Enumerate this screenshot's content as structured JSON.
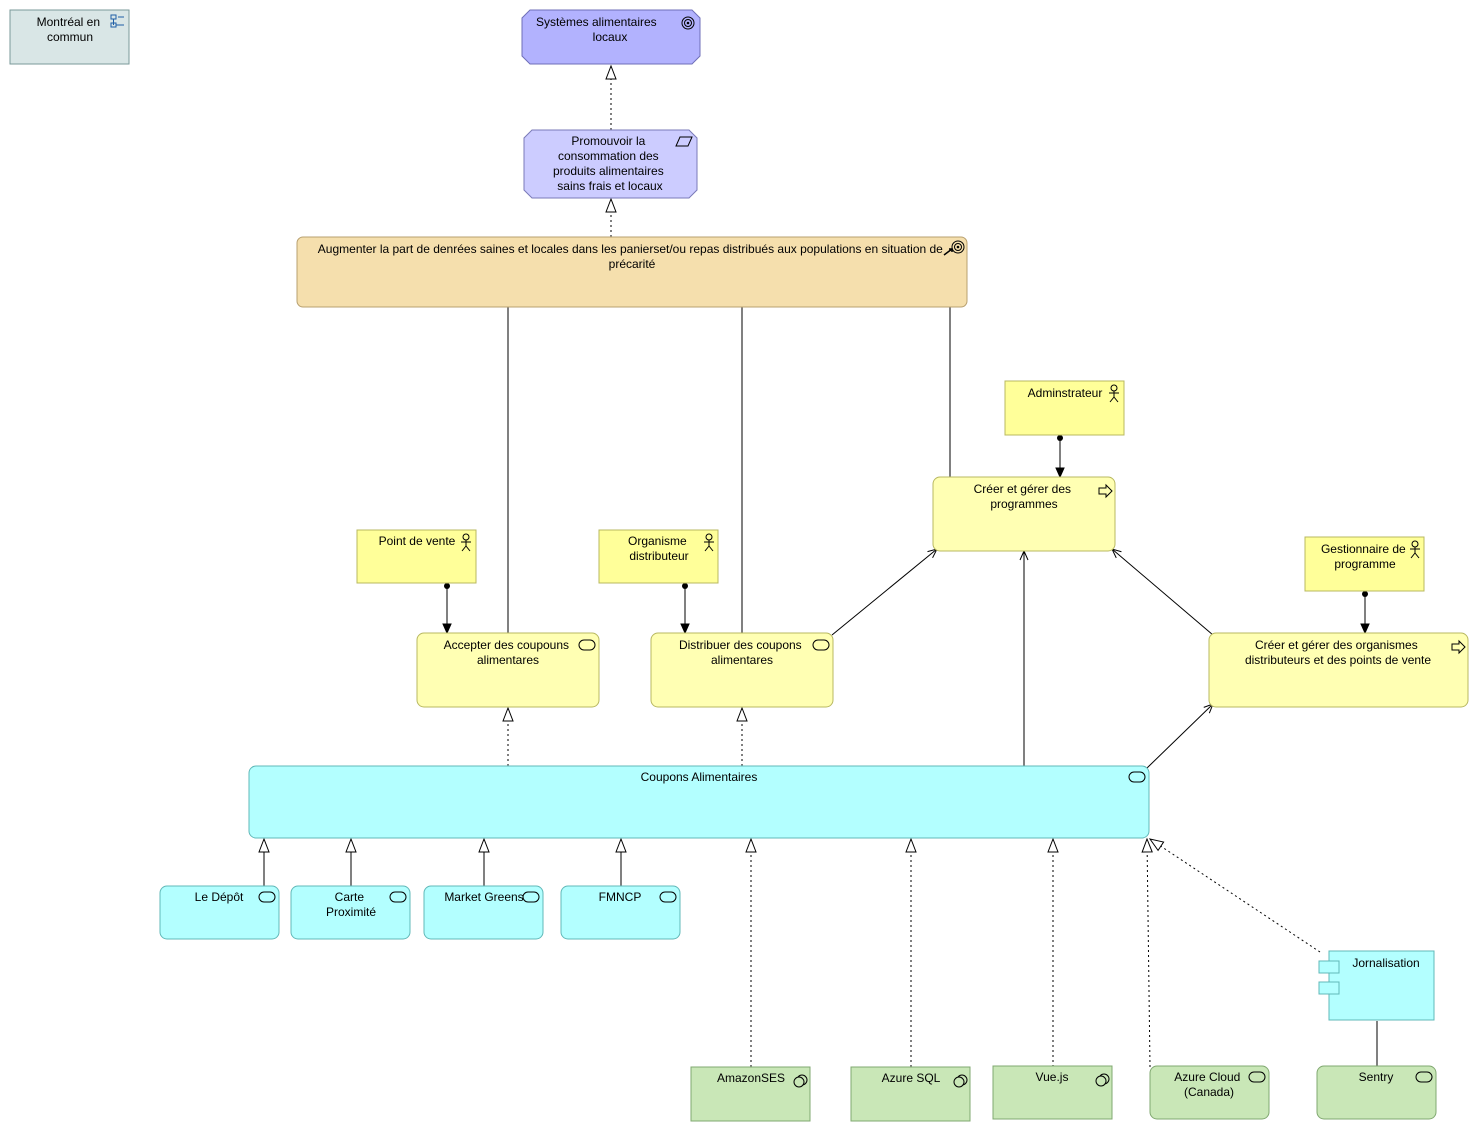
{
  "grouping": {
    "label": "Montréal en commun",
    "icon": "grouping-icon"
  },
  "nodes": {
    "goal": {
      "label": "Systèmes alimentaires locaux",
      "icon": "goal-icon"
    },
    "principle": {
      "label": "Promouvoir la consommation des produits alimentaires sains frais et locaux",
      "icon": "principle-icon"
    },
    "outcome": {
      "label": "Augmenter la part de denrées saines et locales dans les panierset/ou repas distribués aux populations en situation de précarité",
      "icon": "outcome-icon"
    },
    "actor_admin": {
      "label": "Adminstrateur",
      "icon": "actor-icon"
    },
    "actor_pos": {
      "label": "Point de vente",
      "icon": "actor-icon"
    },
    "actor_org": {
      "label": "Organisme distributeur",
      "icon": "actor-icon"
    },
    "actor_manager": {
      "label": "Gestionnaire de programme",
      "icon": "actor-icon"
    },
    "proc_programs": {
      "label": "Créer et gérer des programmes",
      "icon": "process-icon"
    },
    "proc_orgs": {
      "label": "Créer et gérer des organismes distributeurs et des points de vente",
      "icon": "process-icon"
    },
    "svc_accept": {
      "label": "Accepter des coupouns alimentares",
      "icon": "service-icon"
    },
    "svc_distribute": {
      "label": "Distribuer des coupons alimentares",
      "icon": "service-icon"
    },
    "app_coupons": {
      "label": "Coupons Alimentaires",
      "icon": "service-icon"
    },
    "app_depot": {
      "label": "Le Dépôt",
      "icon": "service-icon"
    },
    "app_carte": {
      "label": "Carte Proximité",
      "icon": "service-icon"
    },
    "app_market": {
      "label": "Market Greens",
      "icon": "service-icon"
    },
    "app_fmncp": {
      "label": "FMNCP",
      "icon": "service-icon"
    },
    "comp_journal": {
      "label": "Jornalisation",
      "icon": "component-icon"
    },
    "tech_ses": {
      "label": "AmazonSES",
      "icon": "system-software-icon"
    },
    "tech_sql": {
      "label": "Azure SQL",
      "icon": "system-software-icon"
    },
    "tech_vue": {
      "label": "Vue.js",
      "icon": "system-software-icon"
    },
    "tech_azure": {
      "label": "Azure Cloud (Canada)",
      "icon": "service-icon"
    },
    "tech_sentry": {
      "label": "Sentry",
      "icon": "service-icon"
    }
  },
  "colors": {
    "goal": "#b2b2fe",
    "principle": "#ccccff",
    "outcome": "#f5dfad",
    "business": "#ffff99",
    "business_light": "#ffffb3",
    "application": "#b3ffff",
    "technology": "#c9e7b7",
    "grouping": "#d9e6e6"
  }
}
